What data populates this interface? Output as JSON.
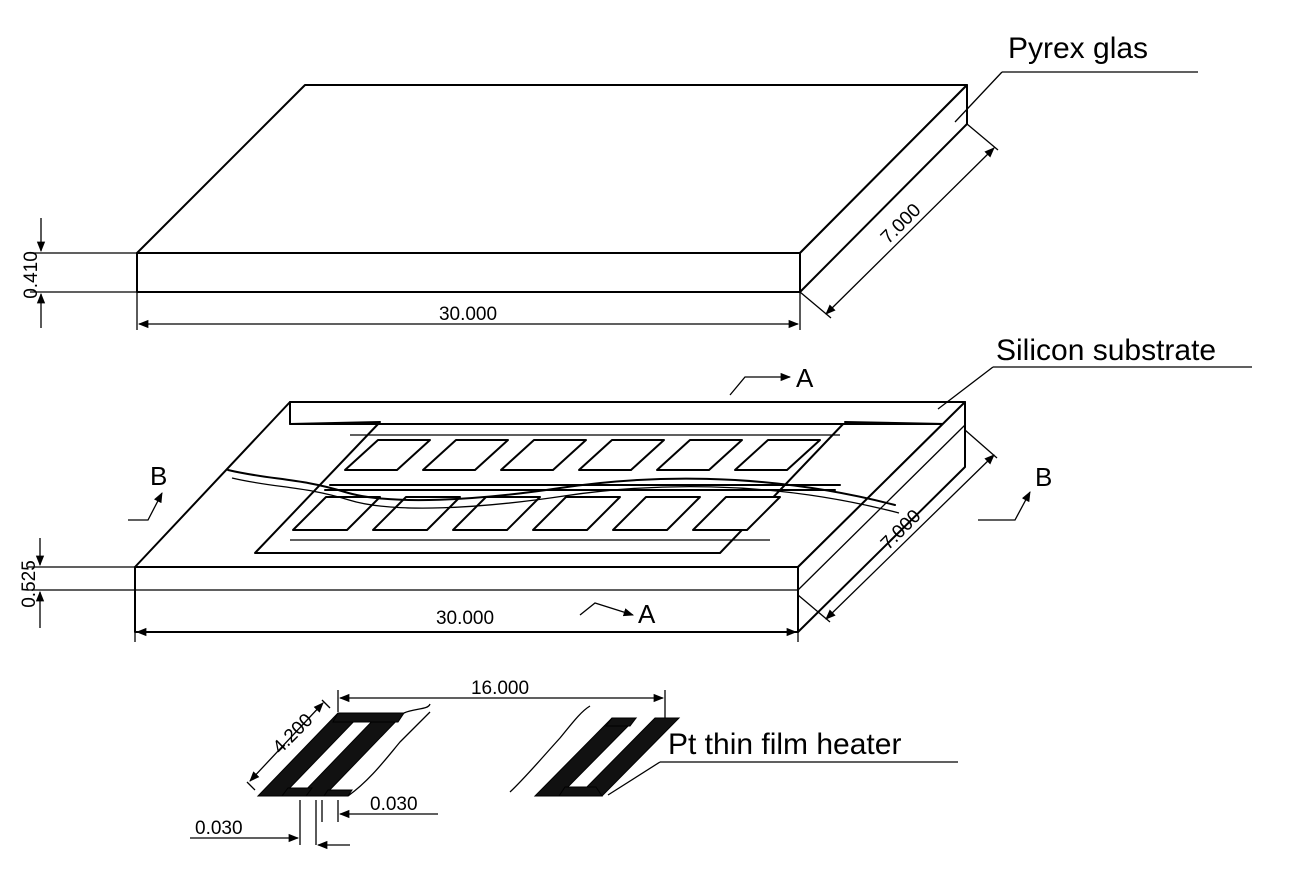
{
  "labels": {
    "pyrex": "Pyrex  glas",
    "silicon": "Silicon substrate",
    "heater": "Pt thin film heater"
  },
  "dimensions": {
    "glass_thickness": "0.410",
    "glass_length": "30.000",
    "glass_width": "7.000",
    "substrate_thickness": "0.525",
    "substrate_length": "30.000",
    "substrate_width": "7.000",
    "heater_spacing": "16.000",
    "heater_width": "4.200",
    "line_width": "0.030",
    "line_gap": "0.030"
  },
  "sections": {
    "a": "A",
    "b": "B"
  }
}
